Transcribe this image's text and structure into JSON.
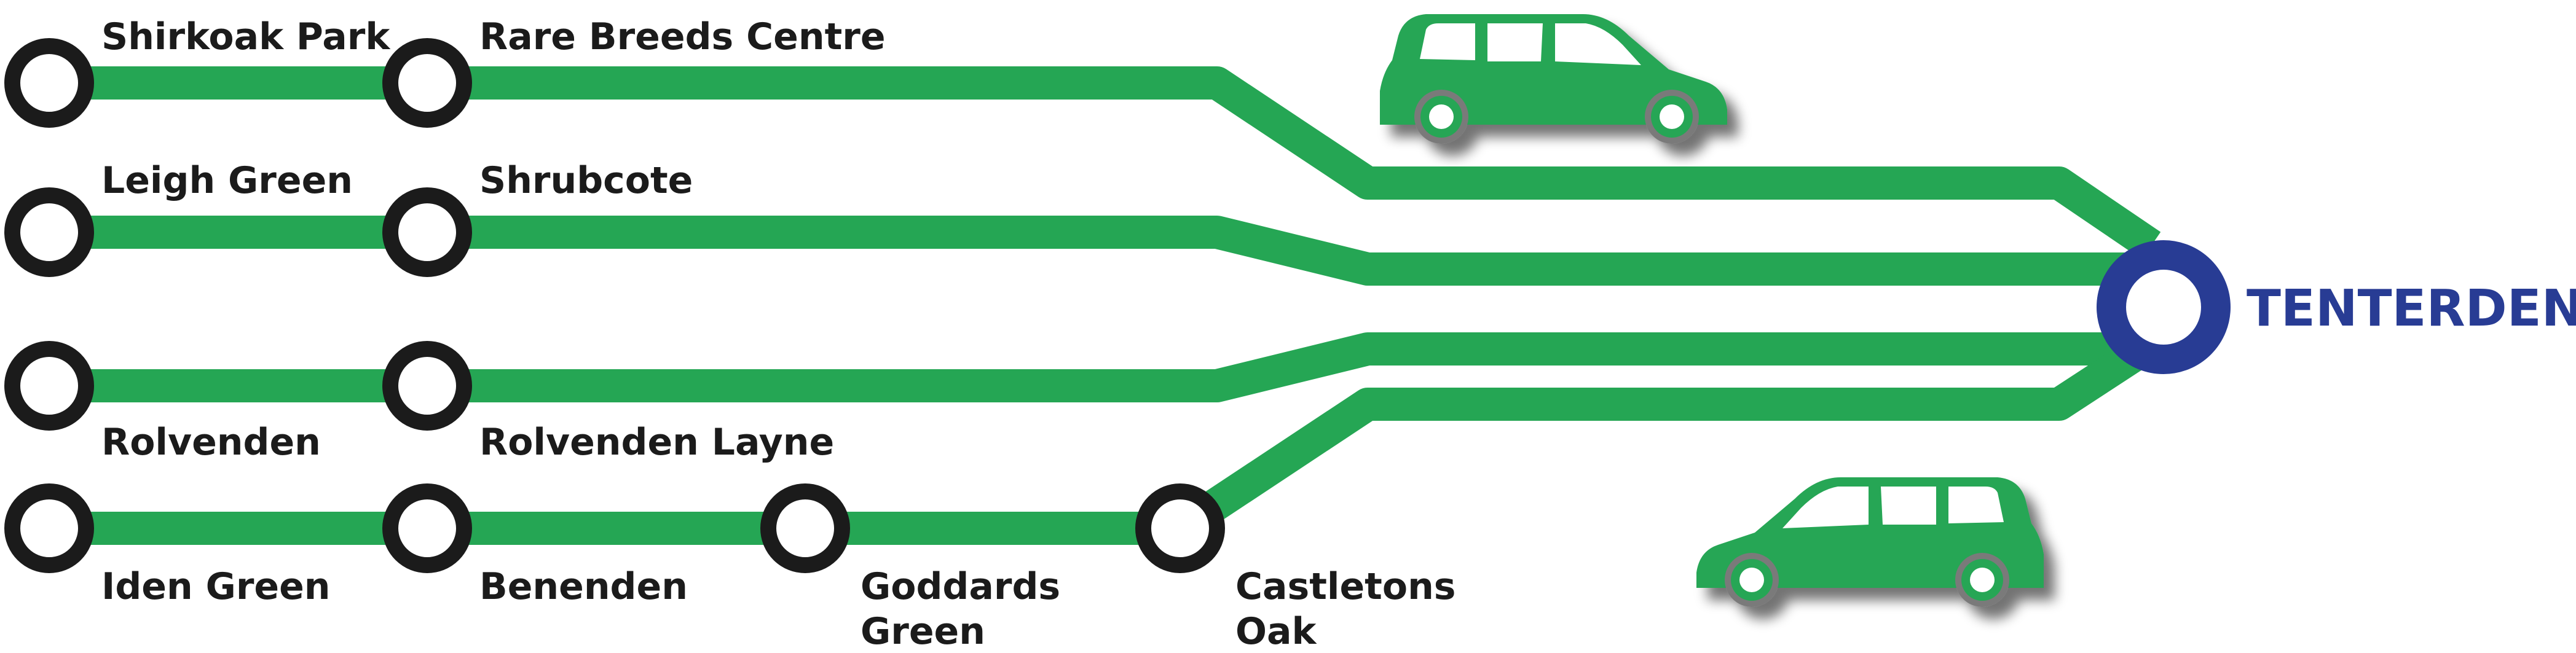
{
  "colors": {
    "line": "#25a654",
    "stop_outline": "#1b1b1b",
    "hub": "#283c94",
    "background": "#ffffff"
  },
  "hub": {
    "name": "TENTERDEN"
  },
  "stations": {
    "shirkoak_park": "Shirkoak Park",
    "rare_breeds_centre": "Rare Breeds Centre",
    "leigh_green": "Leigh Green",
    "shrubcote": "Shrubcote",
    "rolvenden": "Rolvenden",
    "rolvenden_layne": "Rolvenden Layne",
    "iden_green": "Iden Green",
    "benenden": "Benenden",
    "goddards_green": [
      "Goddards",
      "Green"
    ],
    "castletons_oak": [
      "Castletons",
      "Oak"
    ]
  },
  "icons": [
    "car-icon-top",
    "car-icon-bottom"
  ]
}
